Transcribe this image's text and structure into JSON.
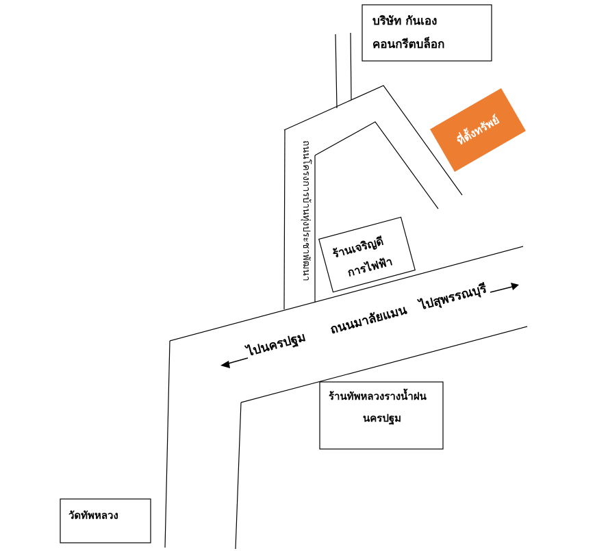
{
  "labels": {
    "company_line1": "บริษัท กันเอง",
    "company_line2": "คอนกรีตบล็อก",
    "property": "ที่ตั้งทรัพย์",
    "side_road": "ถนนโครงการบ้านทุ่งประชาพัฒนา",
    "shop1_line1": "ร้านเจริญดี",
    "shop1_line2": "การไฟฟ้า",
    "to_suphan": "ไปสุพรรณบุรี",
    "main_road": "ถนนมาลัยแมน",
    "to_nakhon": "ไปนครปฐม",
    "shop2_line1": "ร้านทัพหลวงรางน้ำฝน",
    "shop2_line2": "นครปฐม",
    "temple": "วัดทัพหลวง"
  },
  "colors": {
    "property_fill": "#ED7D31",
    "property_text": "#ffffff",
    "line": "#000000"
  }
}
